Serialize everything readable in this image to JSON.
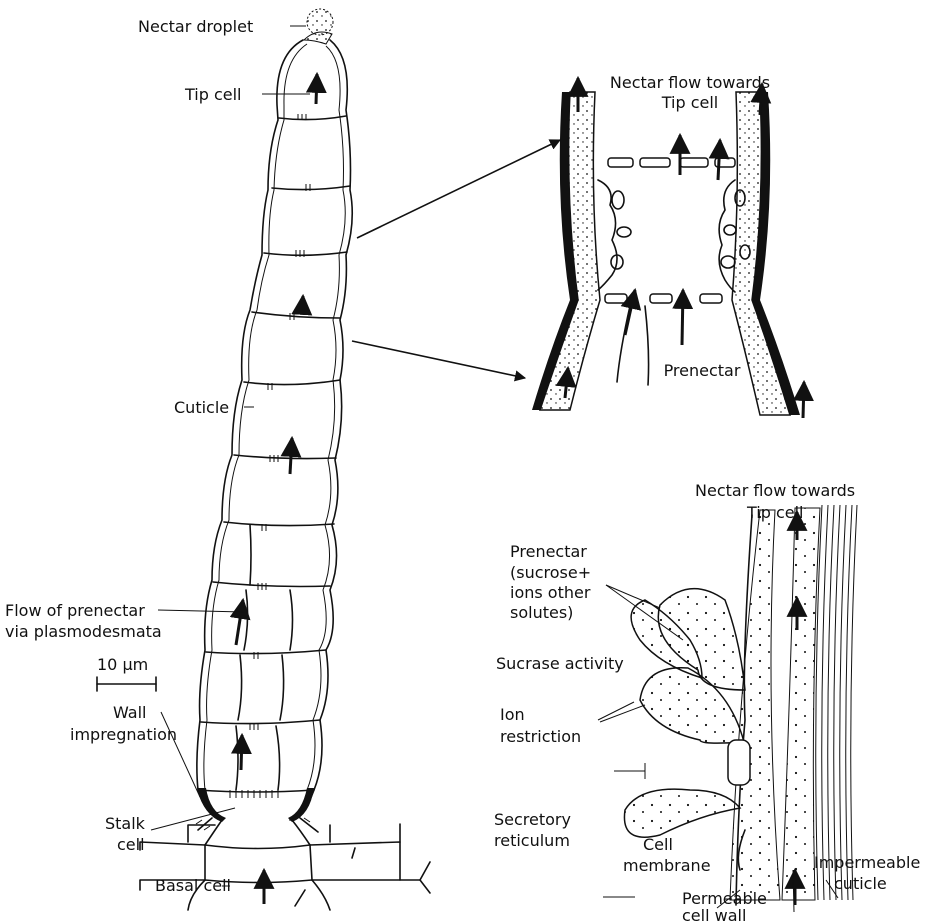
{
  "labels": {
    "nectar_droplet": "Nectar droplet",
    "tip_cell": "Tip cell",
    "cuticle": "Cuticle",
    "flow_line1": "Flow of prenectar",
    "flow_line2": "via plasmodesmata",
    "scale": "10 µm",
    "wall_line1": "Wall",
    "wall_line2": "impregnation",
    "stalk_line1": "Stalk",
    "stalk_line2": "cell",
    "basal_cell": "Basal cell"
  },
  "inset1": {
    "flow_line1": "Nectar flow towards",
    "flow_line2": "Tip cell",
    "prenectar": "Prenectar"
  },
  "inset2": {
    "flow_line1": "Nectar flow towards",
    "flow_line2": "Tip cell",
    "prenectar_line1": "Prenectar",
    "prenectar_line2": "(sucrose+",
    "prenectar_line3": "ions other",
    "prenectar_line4": "solutes)",
    "sucrase": "Sucrase activity",
    "ion_line1": "Ion",
    "ion_line2": "restriction",
    "secretory_line1": "Secretory",
    "secretory_line2": "reticulum",
    "membrane_line1": "Cell",
    "membrane_line2": "membrane",
    "permeable_line1": "Permeable",
    "permeable_line2": "cell wall",
    "impermeable_line1": "Impermeable",
    "impermeable_line2": "cuticle"
  }
}
